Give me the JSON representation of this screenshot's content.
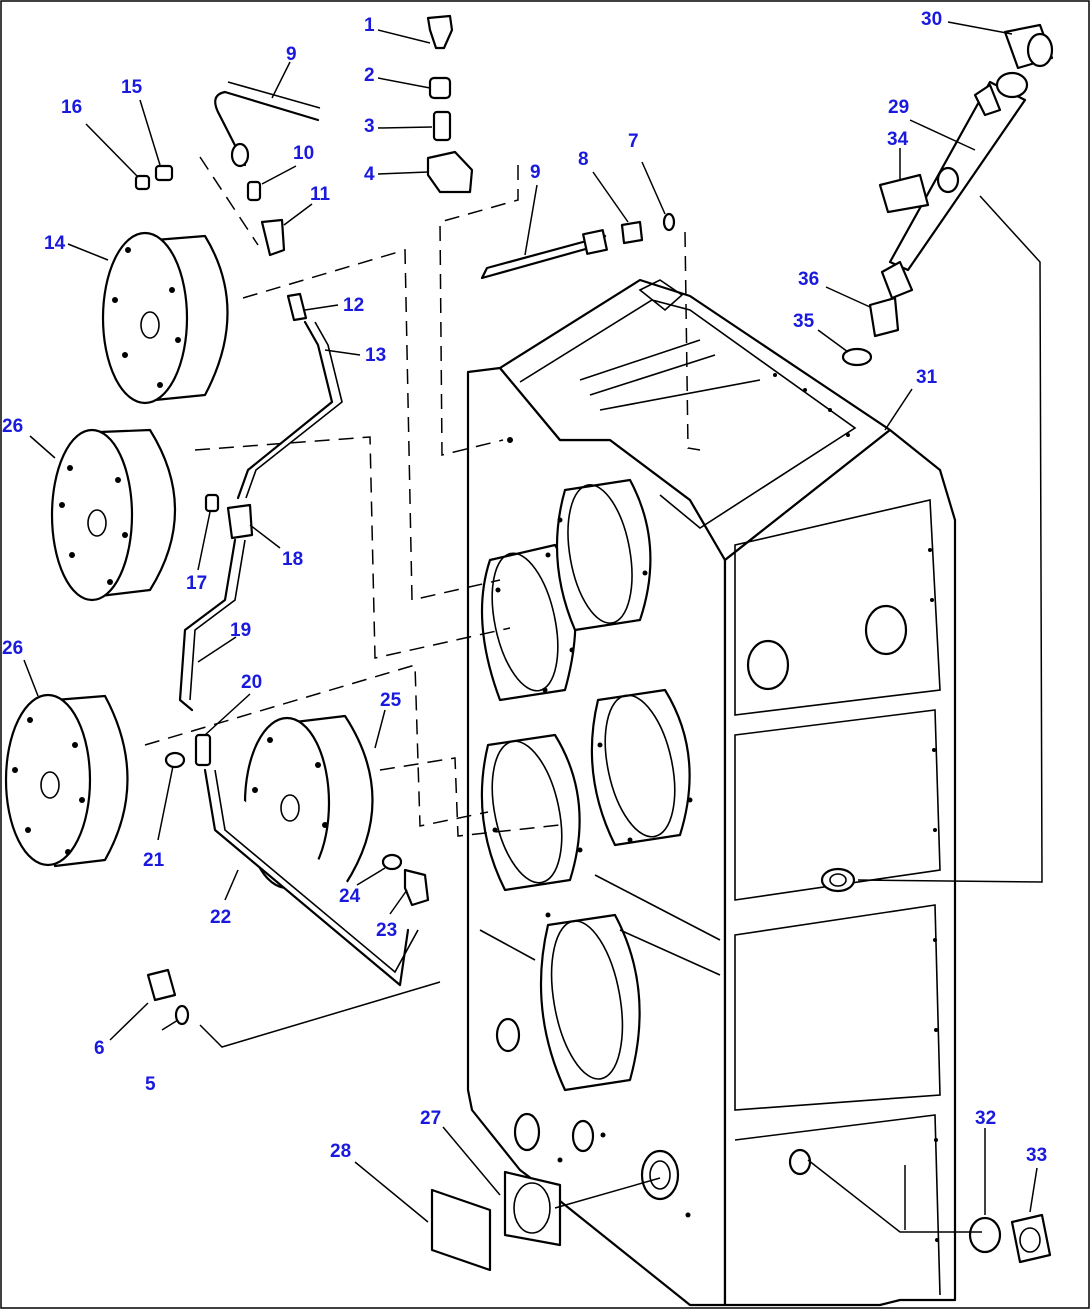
{
  "callouts": [
    {
      "id": "c1",
      "text": "1"
    },
    {
      "id": "c2",
      "text": "2"
    },
    {
      "id": "c3",
      "text": "3"
    },
    {
      "id": "c4",
      "text": "4"
    },
    {
      "id": "c5",
      "text": "5"
    },
    {
      "id": "c6",
      "text": "6"
    },
    {
      "id": "c7",
      "text": "7"
    },
    {
      "id": "c8",
      "text": "8"
    },
    {
      "id": "c9a",
      "text": "9"
    },
    {
      "id": "c9b",
      "text": "9"
    },
    {
      "id": "c10",
      "text": "10"
    },
    {
      "id": "c11",
      "text": "11"
    },
    {
      "id": "c12",
      "text": "12"
    },
    {
      "id": "c13",
      "text": "13"
    },
    {
      "id": "c14",
      "text": "14"
    },
    {
      "id": "c15",
      "text": "15"
    },
    {
      "id": "c16",
      "text": "16"
    },
    {
      "id": "c17",
      "text": "17"
    },
    {
      "id": "c18",
      "text": "18"
    },
    {
      "id": "c19",
      "text": "19"
    },
    {
      "id": "c20",
      "text": "20"
    },
    {
      "id": "c21",
      "text": "21"
    },
    {
      "id": "c22",
      "text": "22"
    },
    {
      "id": "c23",
      "text": "23"
    },
    {
      "id": "c24",
      "text": "24"
    },
    {
      "id": "c25",
      "text": "25"
    },
    {
      "id": "c26a",
      "text": "26"
    },
    {
      "id": "c26b",
      "text": "26"
    },
    {
      "id": "c27",
      "text": "27"
    },
    {
      "id": "c28",
      "text": "28"
    },
    {
      "id": "c29",
      "text": "29"
    },
    {
      "id": "c30",
      "text": "30"
    },
    {
      "id": "c31",
      "text": "31"
    },
    {
      "id": "c32",
      "text": "32"
    },
    {
      "id": "c33",
      "text": "33"
    },
    {
      "id": "c34",
      "text": "34"
    },
    {
      "id": "c35",
      "text": "35"
    },
    {
      "id": "c36",
      "text": "36"
    }
  ],
  "colors": {
    "callout": "#1a1adf",
    "line": "#000000",
    "background": "#ffffff"
  }
}
